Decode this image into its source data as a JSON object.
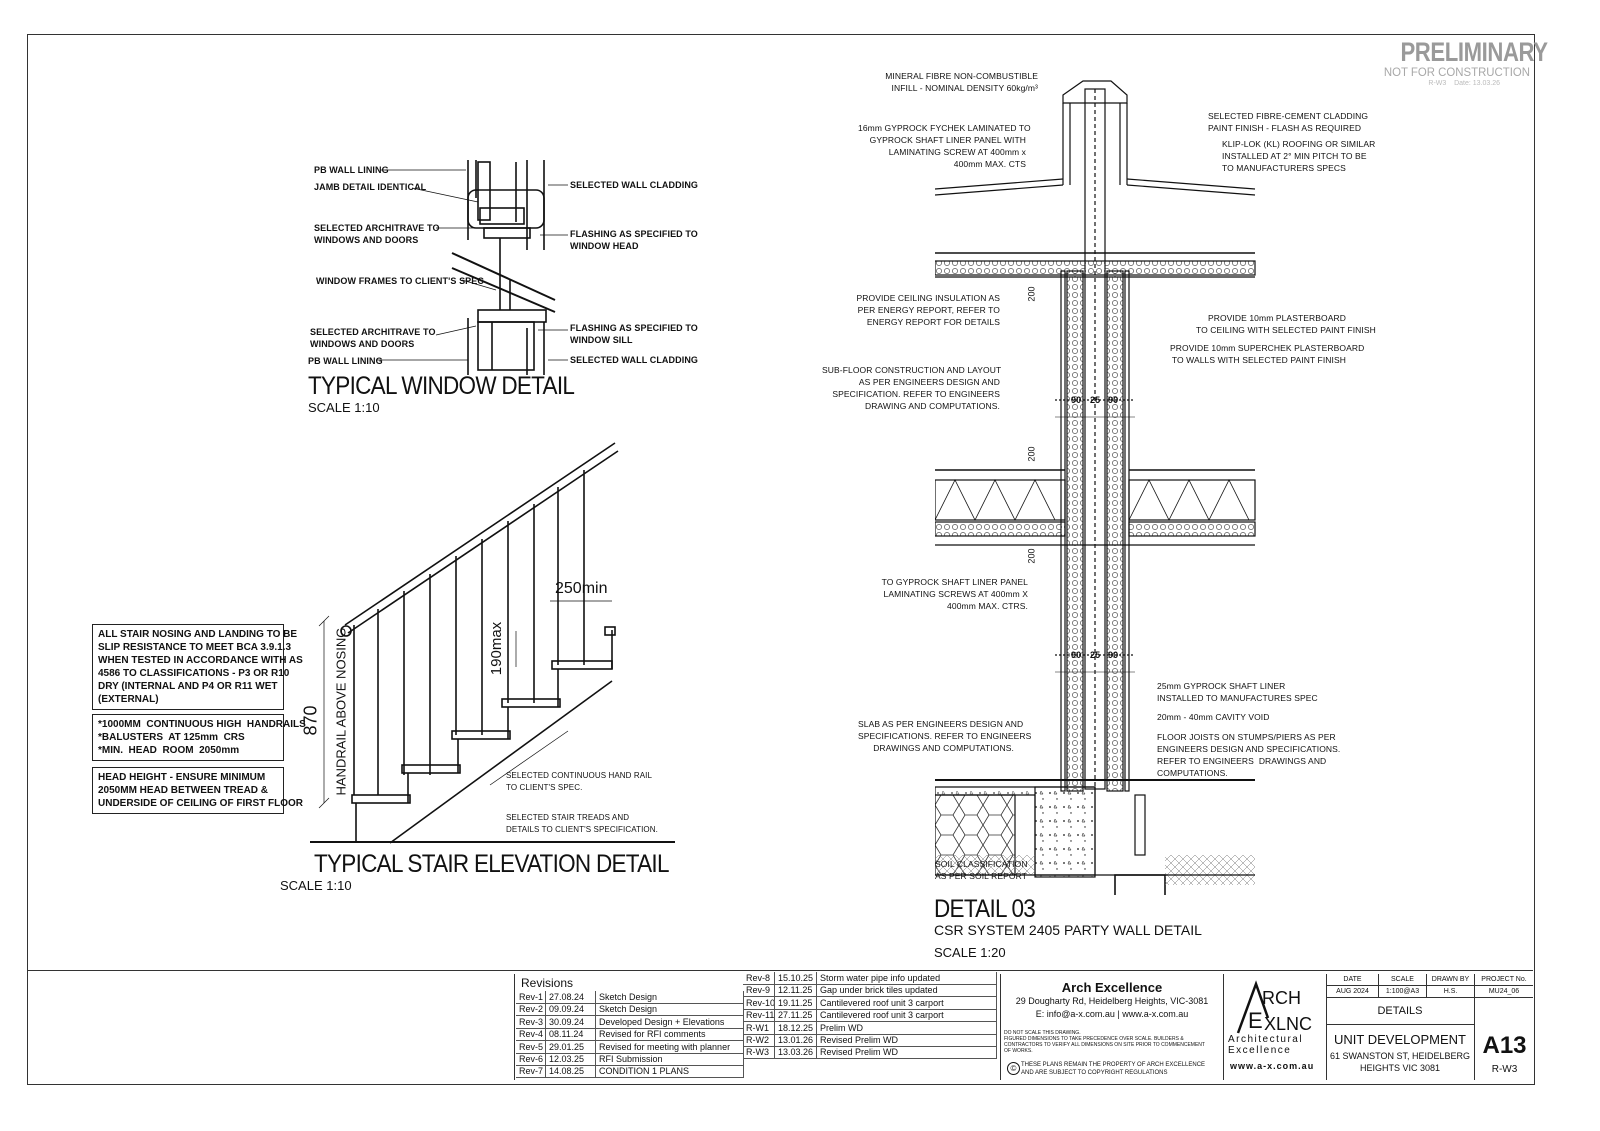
{
  "stamp": {
    "title": "PRELIMINARY",
    "subtitle": "NOT FOR CONSTRUCTION",
    "rev_line": "R-W3    Date: 13.03.26"
  },
  "window_detail": {
    "title": "TYPICAL WINDOW DETAIL",
    "scale": "SCALE 1:10",
    "labels_left": [
      "PB WALL LINING",
      "JAMB DETAIL IDENTICAL",
      "SELECTED ARCHITRAVE TO\nWINDOWS AND DOORS",
      "WINDOW FRAMES TO CLIENT'S SPEC",
      "SELECTED ARCHITRAVE TO\nWINDOWS AND DOORS",
      "PB WALL LINING"
    ],
    "labels_right": [
      "SELECTED WALL CLADDING",
      "FLASHING AS SPECIFIED TO\nWINDOW HEAD",
      "FLASHING AS SPECIFIED TO\nWINDOW SILL",
      "SELECTED WALL CLADDING"
    ]
  },
  "stair_detail": {
    "title": "TYPICAL STAIR ELEVATION DETAIL",
    "scale": "SCALE 1:10",
    "dim_going": "250min",
    "dim_riser": "190max",
    "dim_handrail": "870",
    "handrail_label": "HANDRAIL ABOVE NOSING",
    "note_handrail": "SELECTED CONTINUOUS HAND RAIL\nTO CLIENT'S SPEC.",
    "note_treads": "SELECTED STAIR TREADS AND\nDETAILS TO CLIENT'S SPECIFICATION.",
    "notes": [
      "ALL STAIR NOSING AND LANDING TO BE\nSLIP RESISTANCE TO MEET BCA 3.9.1.3\nWHEN TESTED IN ACCORDANCE WITH AS\n4586 TO CLASSIFICATIONS - P3 OR R10\nDRY (INTERNAL AND P4 OR R11 WET\n(EXTERNAL)",
      "*1000MM  CONTINUOUS HIGH  HANDRAILS\n*BALUSTERS  AT 125mm  CRS\n*MIN.  HEAD  ROOM  2050mm",
      "HEAD HEIGHT - ENSURE MINIMUM\n2050MM HEAD BETWEEN TREAD &\nUNDERSIDE OF CEILING OF FIRST FLOOR"
    ]
  },
  "party_wall_detail": {
    "title": "DETAIL 03",
    "subtitle": "CSR SYSTEM 2405 PARTY WALL DETAIL",
    "scale": "SCALE 1:20",
    "labels_left": [
      "MINERAL FIBRE NON-COMBUSTIBLE\nINFILL - NOMINAL DENSITY 60kg/m³",
      "16mm GYPROCK FYCHEK LAMINATED TO\nGYPROCK SHAFT LINER PANEL WITH\nLAMINATING SCREW AT 400mm x\n400mm MAX. CTS",
      "PROVIDE CEILING INSULATION AS\nPER ENERGY REPORT, REFER TO\nENERGY REPORT FOR DETAILS",
      "SUB-FLOOR CONSTRUCTION AND LAYOUT\nAS PER ENGINEERS DESIGN AND\nSPECIFICATION. REFER TO ENGINEERS\nDRAWING AND COMPUTATIONS.",
      "TO GYPROCK SHAFT LINER PANEL\nLAMINATING SCREWS AT 400mm X\n400mm MAX. CTRS.",
      "SLAB AS PER ENGINEERS DESIGN AND\nSPECIFICATIONS. REFER TO ENGINEERS\nDRAWINGS AND COMPUTATIONS.",
      "SOIL CLASSIFICATION\nAS PER SOIL REPORT"
    ],
    "labels_right": [
      "SELECTED FIBRE-CEMENT CLADDING\nPAINT FINISH - FLASH AS REQUIRED",
      "KLIP-LOK (KL) ROOFING OR SIMILAR\nINSTALLED AT 2° MIN PITCH TO BE\nTO MANUFACTURERS SPECS",
      "PROVIDE 10mm PLASTERBOARD\nTO CEILING WITH SELECTED PAINT FINISH",
      "PROVIDE 10mm SUPERCHEK PLASTERBOARD\nTO WALLS WITH SELECTED PAINT FINISH",
      "25mm GYPROCK SHAFT LINER\nINSTALLED TO MANUFACTURES SPEC",
      "20mm - 40mm CAVITY VOID",
      "FLOOR JOISTS ON STUMPS/PIERS AS PER\nENGINEERS DESIGN AND SPECIFICATIONS.\nREFER TO ENGINEERS  DRAWINGS AND\nCOMPUTATIONS."
    ],
    "dims": [
      "90",
      "25",
      "90"
    ],
    "dim_200": "200"
  },
  "title_block": {
    "revisions_title": "Revisions",
    "revisions_left": [
      [
        "Rev-1",
        "27.08.24",
        "Sketch Design"
      ],
      [
        "Rev-2",
        "09.09.24",
        "Sketch Design"
      ],
      [
        "Rev-3",
        "30.09.24",
        "Developed Design +  Elevations"
      ],
      [
        "Rev-4",
        "08.11.24",
        "Revised for RFI comments"
      ],
      [
        "Rev-5",
        "29.01.25",
        "Revised for meeting with planner"
      ],
      [
        "Rev-6",
        "12.03.25",
        "RFI Submission"
      ],
      [
        "Rev-7",
        "14.08.25",
        "CONDITION 1 PLANS"
      ]
    ],
    "revisions_right": [
      [
        "Rev-8",
        "15.10.25",
        "Storm water pipe info updated"
      ],
      [
        "Rev-9",
        "12.11.25",
        "Gap under brick tiles updated"
      ],
      [
        "Rev-10",
        "19.11.25",
        "Cantilevered roof unit 3 carport"
      ],
      [
        "Rev-11",
        "27.11.25",
        "Cantilevered roof unit 3 carport"
      ],
      [
        "R-W1",
        "18.12.25",
        "Prelim WD"
      ],
      [
        "R-W2",
        "13.01.26",
        "Revised Prelim WD"
      ],
      [
        "R-W3",
        "13.03.26",
        "Revised Prelim WD"
      ]
    ],
    "firm_name": "Arch Excellence",
    "firm_address": "29 Dougharty Rd, Heidelberg Heights, VIC-3081",
    "firm_contact": "E: info@a-x.com.au | www.a-x.com.au",
    "disclaimer": "DO NOT SCALE THIS DRAWING.\nFIGURED DIMENSIONS TO TAKE PRECEDENCE OVER SCALE. BUILDERS &\nCONTRACTORS TO VERIFY ALL DIMENSIONS ON SITE PRIOR TO COMMENCEMENT\nOF WORKS.",
    "copyright": "THESE PLANS REMAIN THE PROPERTY OF ARCH EXCELLENCE\nAND ARE SUBJECT TO COPYRIGHT REGULATIONS",
    "logo_text": "Architectural\nExcellence",
    "logo_url": "www.a-x.com.au",
    "headers": [
      "DATE",
      "SCALE",
      "DRAWN BY",
      "PROJECT No."
    ],
    "values": [
      "AUG 2024",
      "1:100@A3",
      "H.S.",
      "MU24_06"
    ],
    "sheet_title": "DETAILS",
    "project_name": "UNIT DEVELOPMENT",
    "project_address": "61 SWANSTON ST, HEIDELBERG\nHEIGHTS VIC 3081",
    "sheet_no": "A13",
    "sheet_rev": "R-W3"
  }
}
